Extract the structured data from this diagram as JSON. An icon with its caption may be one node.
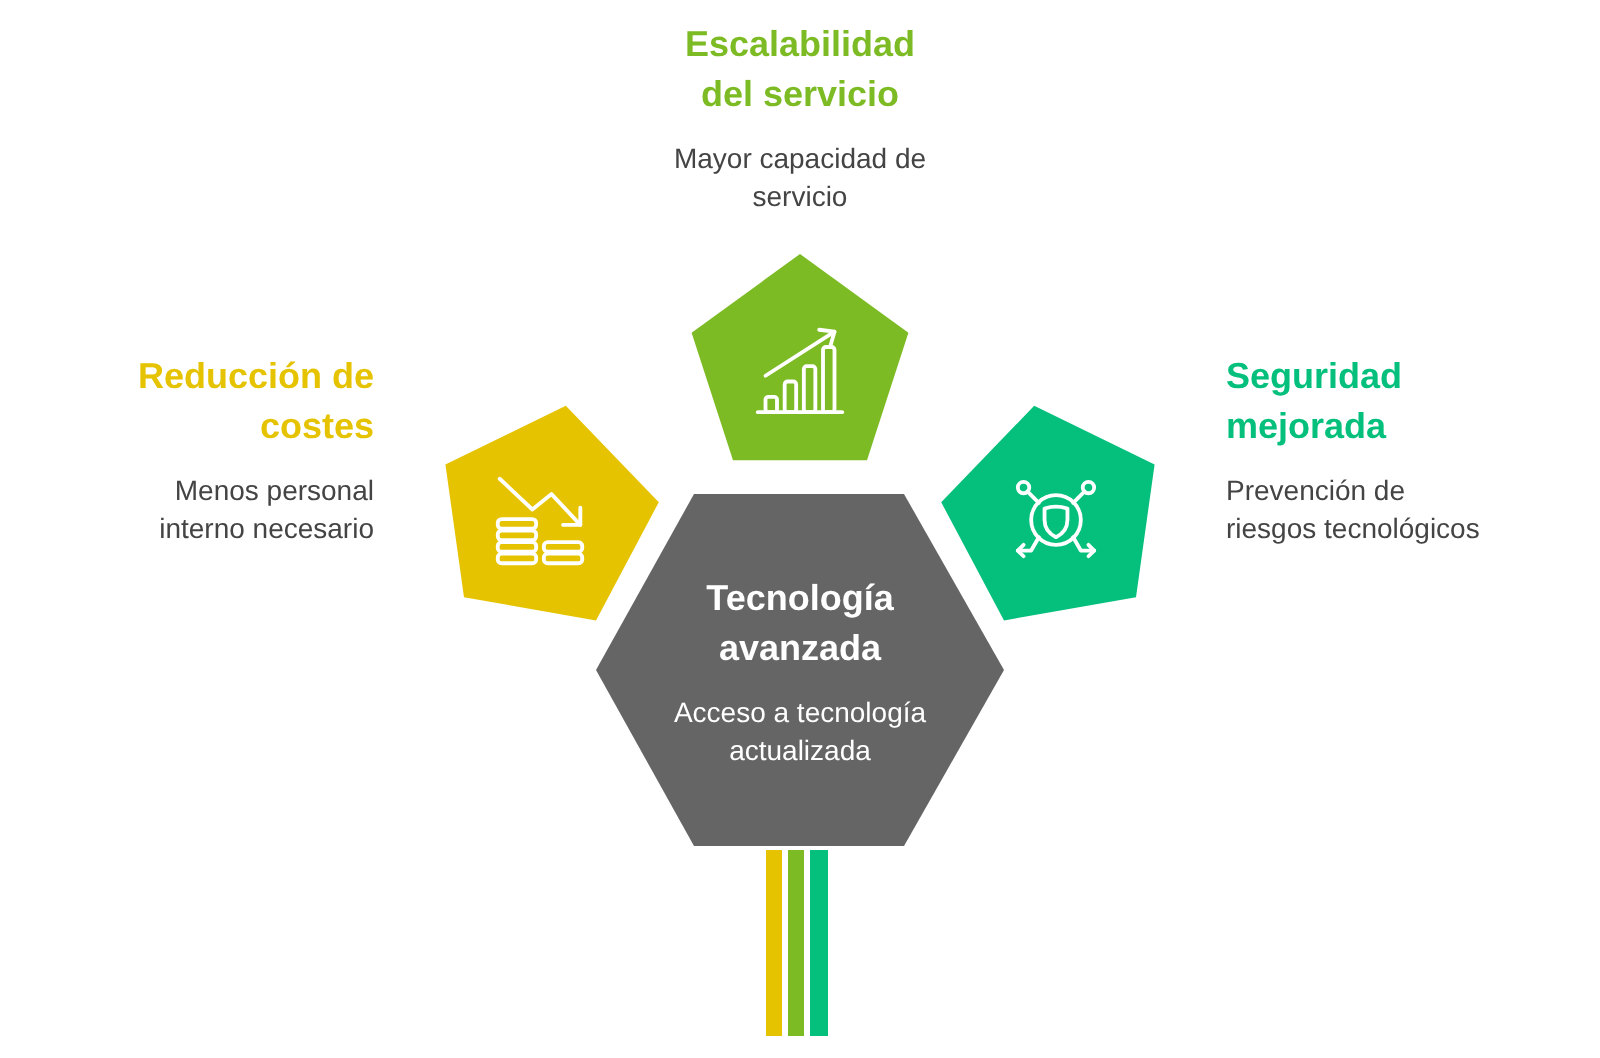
{
  "diagram": {
    "nodes": [
      {
        "text": [
          "Escalabilidad del servicio",
          "Mayor capacidad de servicio"
        ]
      },
      {
        "text": [
          "Reducción de costes",
          "Menos personal interno necesario"
        ]
      },
      {
        "text": [
          "Seguridad mejorada",
          "Prevención de riesgos tecnológicos"
        ]
      },
      {
        "text": [
          "Tecnología avanzada",
          "Acceso a tecnología actualizada"
        ]
      }
    ]
  }
}
